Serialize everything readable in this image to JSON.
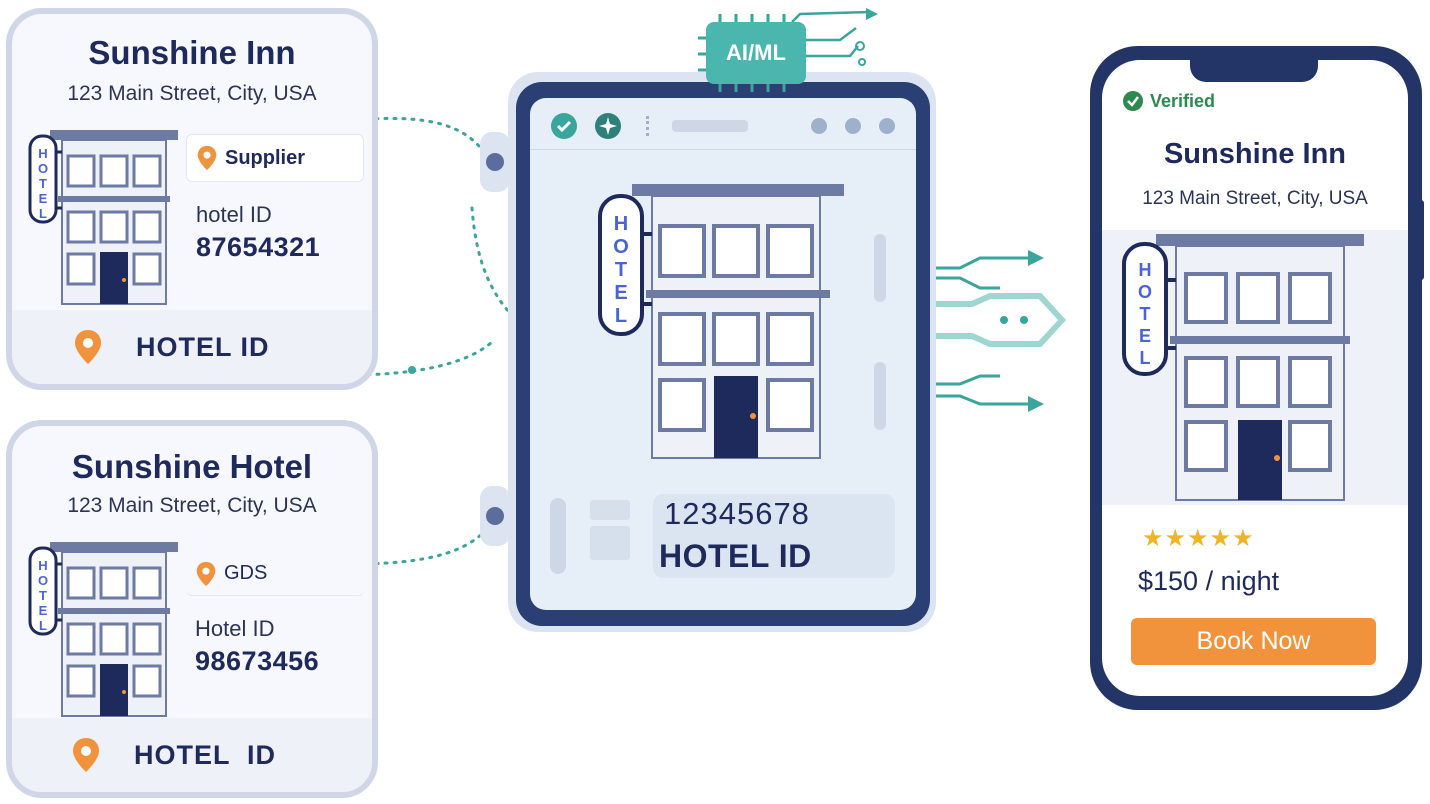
{
  "listings": [
    {
      "name": "Sunshine Inn",
      "address": "123 Main Street, City, USA",
      "source": "Supplier",
      "id_label": "hotel ID",
      "id_value": "87654321",
      "footer_label": "HOTEL ID",
      "sign_text": "HOTEL"
    },
    {
      "name": "Sunshine Hotel",
      "address": "123 Main Street, City, USA",
      "source": "GDS",
      "id_label": "Hotel ID",
      "id_value": "98673456",
      "footer_label": "HOTEL  ID",
      "sign_text": "HOTEL"
    }
  ],
  "matcher": {
    "chip_label": "AI/ML",
    "sign_text": "HOTEL",
    "id_value": "12345678",
    "id_label": "HOTEL ID"
  },
  "phone": {
    "verified_label": "Verified",
    "hotel_name": "Sunshine Inn",
    "address": "123 Main Street, City, USA",
    "sign_text": "HOTEL",
    "rating": 4.5,
    "rating_display": "★★★★★",
    "price": "$150 / night",
    "book_button": "Book Now"
  },
  "colors": {
    "navy": "#1f2a5c",
    "teal": "#3aa59d",
    "orange": "#f0933c",
    "sign_blue": "#4a63d6",
    "verified_green": "#2c8a4e"
  }
}
